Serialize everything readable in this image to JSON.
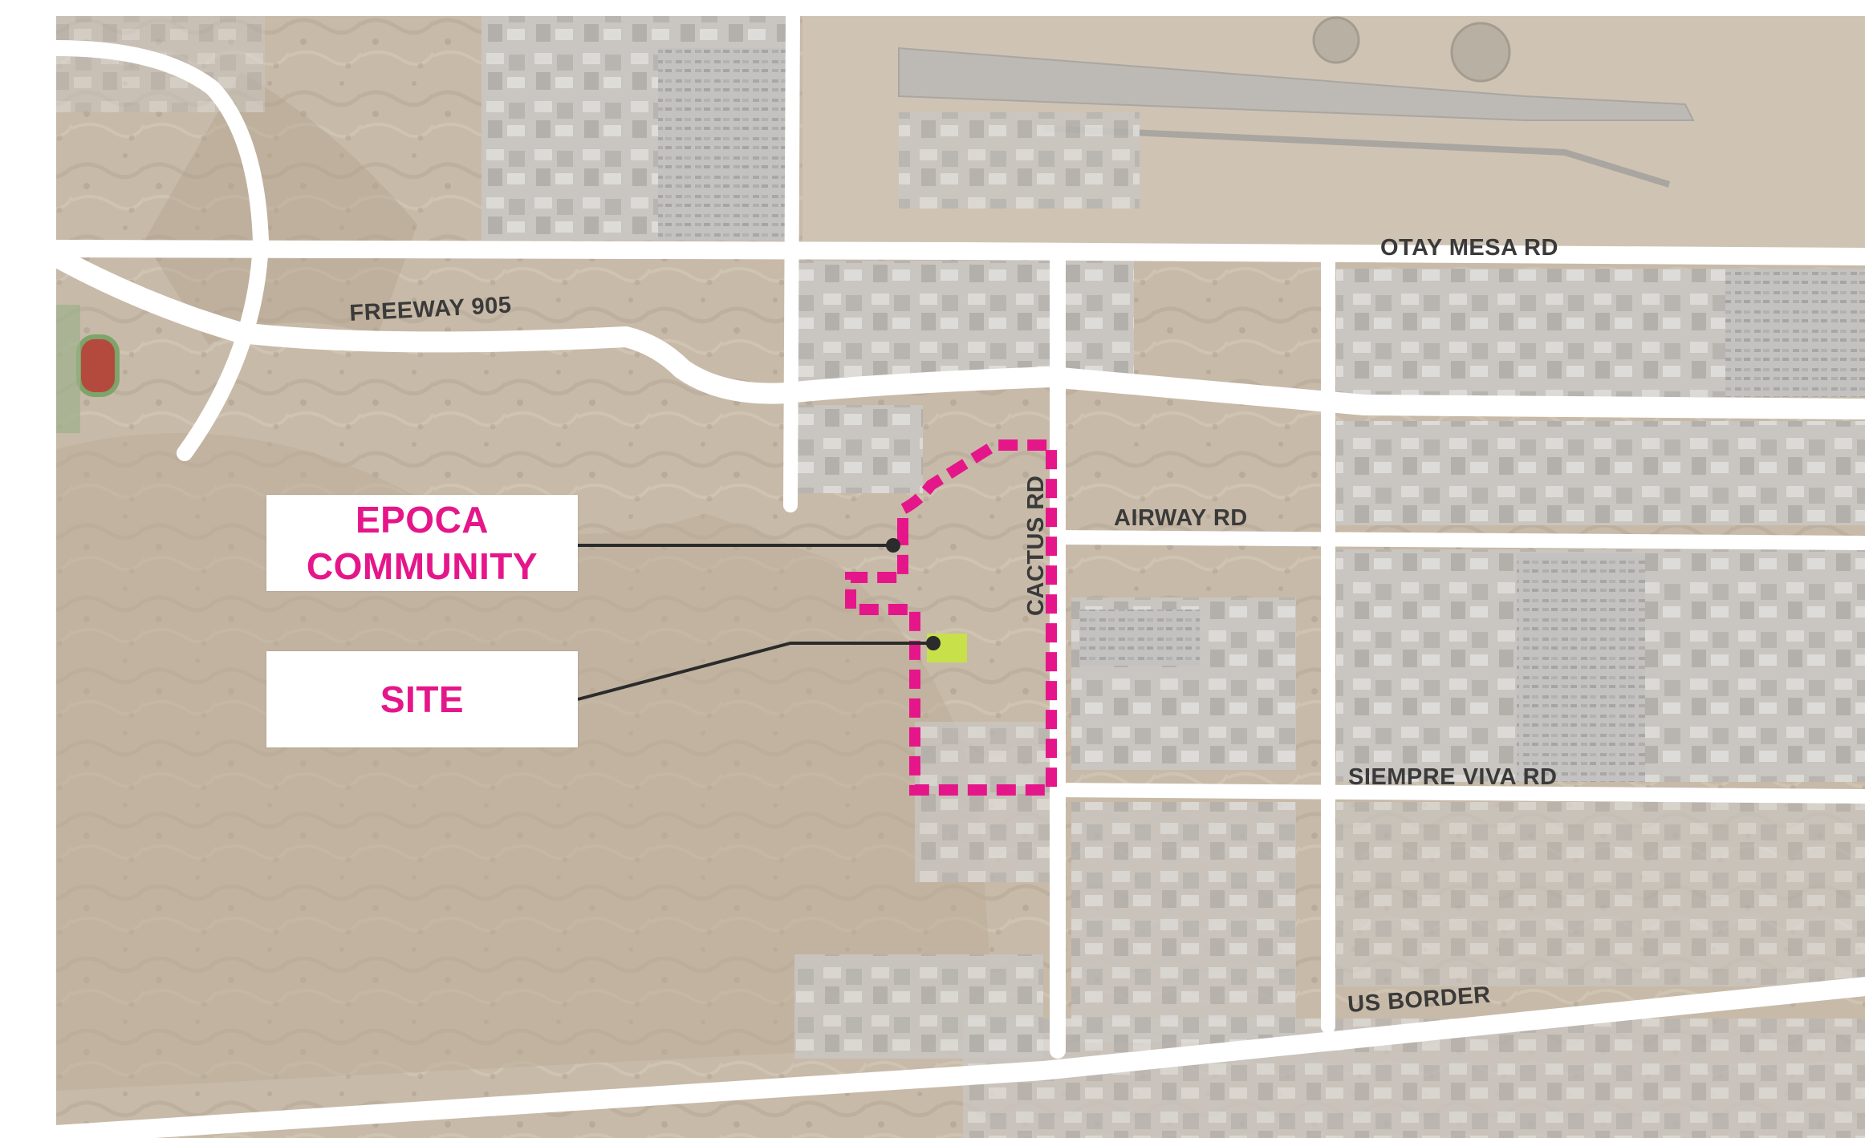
{
  "colors": {
    "terrain": "#c7b9a7",
    "terrain_dark": "#b9ab98",
    "terrain_light": "#d3c8b8",
    "industrial": "#c9c6c2",
    "road": "#ffffff",
    "label_text": "#3a3a3a",
    "accent_pink": "#e5168a",
    "site_fill": "#c8e04a",
    "leader_line": "#2b2b2b"
  },
  "roads": {
    "otay_mesa": "OTAY MESA RD",
    "freeway_905": "FREEWAY 905",
    "airway": "AIRWAY RD",
    "cactus": "CACTUS RD",
    "siempre_viva": "SIEMPRE VIVA RD",
    "us_border": "US BORDER"
  },
  "callouts": {
    "epoca": {
      "line1": "EPOCA",
      "line2": "COMMUNITY"
    },
    "site": {
      "label": "SITE"
    }
  },
  "icons": {
    "leader_dot": "circle-marker-icon"
  }
}
